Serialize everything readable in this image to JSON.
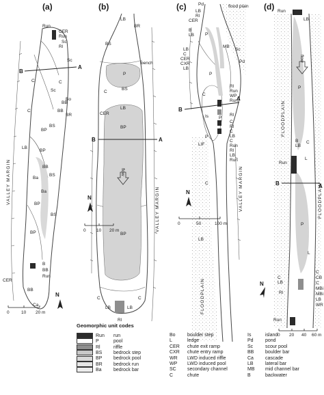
{
  "panels": [
    {
      "label": "(a)",
      "section_left": "B",
      "section_right": "A",
      "margin_text": "VALLEY MARGIN",
      "units": [
        "Run",
        "CER",
        "Run",
        "Sc",
        "Rl",
        "Sc",
        "C",
        "Sc",
        "C",
        "BB",
        "Bo",
        "BR",
        "BB",
        "C",
        "BP",
        "BS",
        "LB",
        "BP",
        "Ba",
        "BB",
        "BS",
        "Ba",
        "BP",
        "BS",
        "BP",
        "B",
        "BB",
        "Run",
        "CER",
        "BB",
        "Ca"
      ],
      "scale": {
        "ticks": [
          "0",
          "10",
          "20 m"
        ]
      }
    },
    {
      "label": "(b)",
      "section_left": "B",
      "section_right": "A",
      "margin_text": "VALLEY MARGIN",
      "flow": "flow",
      "bench": "bench",
      "units": [
        "LB",
        "BR",
        "BS",
        "P",
        "C",
        "BS",
        "CER",
        "LB",
        "BP",
        "BP",
        "C",
        "LB",
        "LB",
        "C",
        "Rl"
      ],
      "scale": {
        "ticks": [
          "0",
          "10",
          "20 m"
        ]
      }
    },
    {
      "label": "(c)",
      "section_left": "B",
      "section_right": "A",
      "margin_text": "VALLEY MARGIN",
      "floodplain": "FLOODPLAIN",
      "flood_plain_top": "flood plain",
      "units": [
        "Pd",
        "LB",
        "Rl",
        "CER",
        "B",
        "LB",
        "P",
        "Sc",
        "MB",
        "LB",
        "C",
        "CER",
        "CXR",
        "LB",
        "Pd",
        "P",
        "Rl",
        "Run",
        "WP",
        "Run",
        "Rl",
        "Is",
        "C",
        "Rl",
        "C",
        "P",
        "C",
        "LB",
        "C",
        "Run",
        "Rl",
        "LB",
        "Run",
        "P",
        "LIF",
        "C",
        "LB"
      ],
      "scale": {
        "ticks": [
          "0",
          "50",
          "100 m"
        ]
      }
    },
    {
      "label": "(d)",
      "section_left": "B",
      "section_right": "A",
      "floodplain": "FLOODPLAIN",
      "flow": "flow",
      "units": [
        "Run",
        "LB",
        "P",
        "B",
        "LB",
        "L",
        "Run",
        "C",
        "C",
        "LB",
        "P",
        "L",
        "C",
        "CB",
        "C",
        "MBi",
        "Rl",
        "MBi",
        "LB",
        "WR",
        "Run"
      ],
      "scale": {
        "ticks": [
          "0",
          "20",
          "40",
          "60 m"
        ]
      }
    }
  ],
  "north_label": "N",
  "legend": {
    "title": "Geomorphic unit codes",
    "col1": [
      {
        "code": "Run",
        "name": "run",
        "fill": "#2b2b2b"
      },
      {
        "code": "P",
        "name": "pool",
        "fill": "#ffffff"
      },
      {
        "code": "Rl",
        "name": "riffle",
        "fill": "#8e8e8e"
      },
      {
        "code": "BS",
        "name": "bedrock step",
        "fill": "#c8c8c8"
      },
      {
        "code": "BP",
        "name": "bedrock pool",
        "fill": "#d9d9d9"
      },
      {
        "code": "BR",
        "name": "bedrock run",
        "fill": "#e6e6e6"
      },
      {
        "code": "Ba",
        "name": "bedrock bar",
        "fill": "#ececec"
      }
    ],
    "col2": [
      {
        "code": "Bo",
        "name": "boulder step"
      },
      {
        "code": "L",
        "name": "ledge"
      },
      {
        "code": "CER",
        "name": "chute exit ramp"
      },
      {
        "code": "CXR",
        "name": "chute entry ramp"
      },
      {
        "code": "WR",
        "name": "LWD induced riffle"
      },
      {
        "code": "WP",
        "name": "LWD induced pool"
      },
      {
        "code": "SC",
        "name": "secondary channel"
      },
      {
        "code": "C",
        "name": "chute"
      }
    ],
    "col3": [
      {
        "code": "Is",
        "name": "island"
      },
      {
        "code": "Pd",
        "name": "pond"
      },
      {
        "code": "Sc",
        "name": "scour pool"
      },
      {
        "code": "BB",
        "name": "boulder bar"
      },
      {
        "code": "Ca",
        "name": "cascade"
      },
      {
        "code": "LB",
        "name": "lateral bar"
      },
      {
        "code": "MB",
        "name": "mid channel bar"
      },
      {
        "code": "B",
        "name": "backwater"
      }
    ]
  },
  "colors": {
    "dark": "#2b2b2b",
    "riffle": "#8e8e8e",
    "pool_fill": "#d4d4d4",
    "floodplain_dot": "#9a9a9a"
  }
}
